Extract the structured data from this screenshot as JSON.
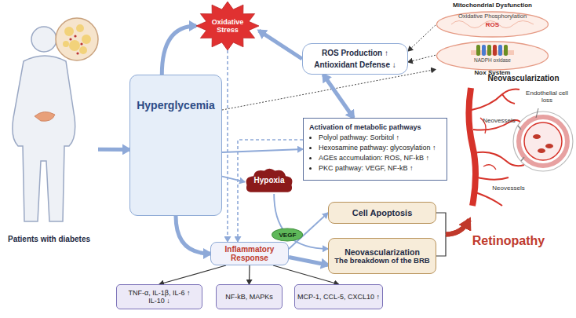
{
  "diagram": {
    "nodes": [
      {
        "text": [
          "Patients with diabetes"
        ]
      },
      {
        "text": [
          "Hyperglycemia"
        ]
      },
      {
        "text": [
          "Oxidative Stress"
        ]
      },
      {
        "text": [
          "ROS Production ↑",
          "Antioxidant Defense ↓"
        ]
      },
      {
        "text": [
          "Mitochondrial Dysfunction",
          "Oxidative Phosphorylation",
          "ROS"
        ]
      },
      {
        "text": [
          "NADPH oxidase",
          "Nox System"
        ]
      },
      {
        "text": [
          "Activation of metabolic pathways",
          "Polyol pathway: Sorbitol ↑",
          "Hexosamine pathway: glycosylation ↑",
          "AGEs accumulation: ROS, NF-kB ↑",
          "PKC pathway: VEGF, NF-kB ↑"
        ]
      },
      {
        "text": [
          "Hypoxia"
        ]
      },
      {
        "text": [
          "Inflammatory Response"
        ]
      },
      {
        "text": [
          "Cell Apoptosis"
        ]
      },
      {
        "text": [
          "Neovascularization",
          "The breakdown of the BRB"
        ]
      },
      {
        "text": [
          "TNF-α, IL-1β, IL-6 ↑",
          "IL-10 ↓"
        ]
      },
      {
        "text": [
          "NF-kB, MAPKs"
        ]
      },
      {
        "text": [
          "MCP-1, CCL-5, CXCL10 ↑"
        ]
      },
      {
        "text": [
          "Retinopathy"
        ]
      }
    ],
    "edges": [
      {
        "from": 0,
        "to": 1,
        "arrow": "to"
      },
      {
        "from": 1,
        "to": 2,
        "arrow": "to"
      },
      {
        "from": 3,
        "to": 2,
        "arrow": "to"
      },
      {
        "from": 4,
        "to": 3,
        "arrow": "to"
      },
      {
        "from": 5,
        "to": 3,
        "arrow": "to"
      },
      {
        "from": 1,
        "to": 5,
        "arrow": "to"
      },
      {
        "from": 3,
        "to": 6,
        "arrow": "both"
      },
      {
        "from": 1,
        "to": 6,
        "arrow": "to"
      },
      {
        "from": 1,
        "to": 7,
        "arrow": "to"
      },
      {
        "from": 1,
        "to": 8,
        "arrow": "to"
      },
      {
        "from": 2,
        "to": 8,
        "arrow": "to"
      },
      {
        "from": 6,
        "to": 8,
        "arrow": "to"
      },
      {
        "from": 7,
        "to": 10,
        "label": "VEGF",
        "arrow": "to"
      },
      {
        "from": 8,
        "to": 9,
        "arrow": "to"
      },
      {
        "from": 8,
        "to": 10,
        "arrow": "to"
      },
      {
        "from": 8,
        "to": 11,
        "arrow": "to"
      },
      {
        "from": 8,
        "to": 12,
        "arrow": "to"
      },
      {
        "from": 8,
        "to": 13,
        "arrow": "to"
      },
      {
        "from": 9,
        "to": 14,
        "arrow": "to"
      },
      {
        "from": 10,
        "to": 14,
        "arrow": "to"
      }
    ],
    "labels": [
      "Neovascularization",
      "Neovessels",
      "Neovessels",
      "Endothelial cell loss"
    ]
  }
}
